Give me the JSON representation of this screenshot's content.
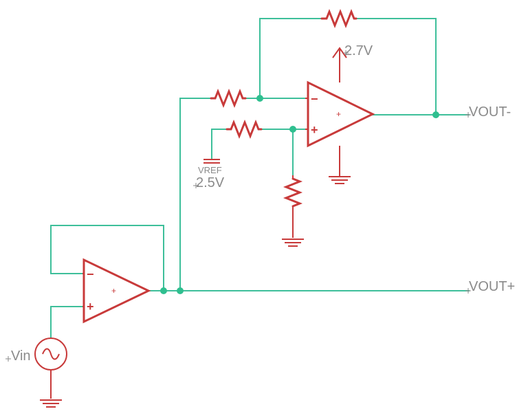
{
  "labels": {
    "vout_minus": "VOUT-",
    "vout_plus": "VOUT+",
    "supply": "2.7V",
    "vref_name": "VREF",
    "vref_value": "2.5V",
    "vin": "Vin"
  },
  "opamp_pins": {
    "inverting": "−",
    "non_inverting": "+",
    "body_mark": "+"
  },
  "colors": {
    "wire": "#3dbf9a",
    "symbol": "#c83a3a",
    "junction": "#2fbf8f",
    "label": "#8a8a8a"
  }
}
